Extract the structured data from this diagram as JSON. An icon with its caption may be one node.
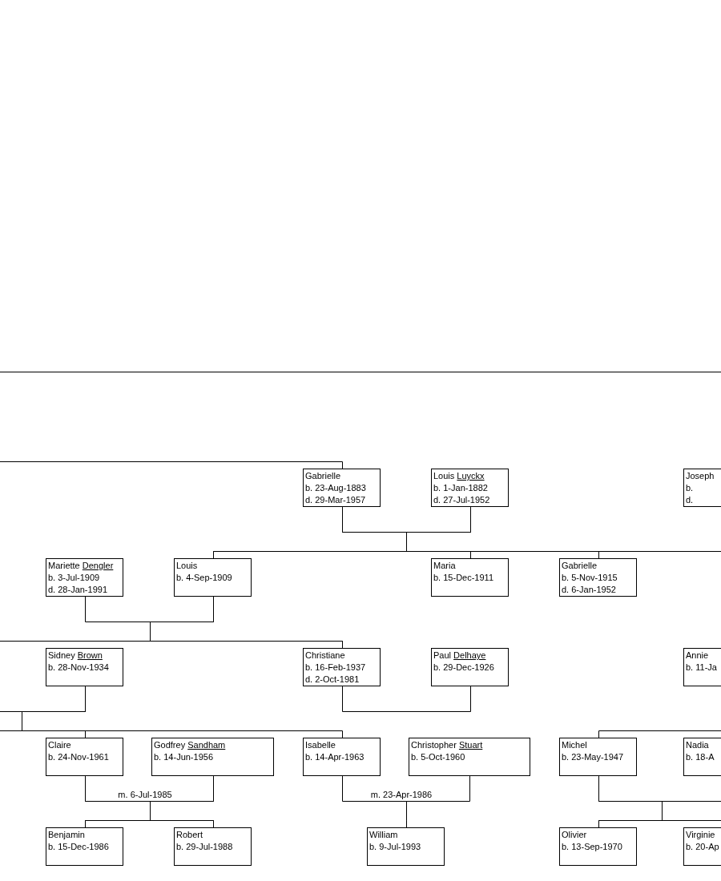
{
  "diagram": {
    "nodes": [
      {
        "text": [
          "Gabrielle",
          "b. 23-Aug-1883",
          "d. 29-Mar-1957"
        ]
      },
      {
        "text": [
          "Louis Luyckx",
          "b. 1-Jan-1882",
          "d. 27-Jul-1952"
        ]
      },
      {
        "text": [
          "Joseph",
          "b.",
          "d."
        ]
      },
      {
        "text": [
          "Mariette Dengler",
          "b. 3-Jul-1909",
          "d. 28-Jan-1991"
        ]
      },
      {
        "text": [
          "Louis",
          "b. 4-Sep-1909"
        ]
      },
      {
        "text": [
          "Maria",
          "b. 15-Dec-1911"
        ]
      },
      {
        "text": [
          "Gabrielle",
          "b. 5-Nov-1915",
          "d. 6-Jan-1952"
        ]
      },
      {
        "text": [
          "Sidney Brown",
          "b. 28-Nov-1934"
        ]
      },
      {
        "text": [
          "Christiane",
          "b. 16-Feb-1937",
          "d. 2-Oct-1981"
        ]
      },
      {
        "text": [
          "Paul Delhaye",
          "b. 29-Dec-1926"
        ]
      },
      {
        "text": [
          "Annie",
          "b. 11-Ja"
        ]
      },
      {
        "text": [
          "Claire",
          "b. 24-Nov-1961"
        ]
      },
      {
        "text": [
          "Godfrey Sandham",
          "b. 14-Jun-1956"
        ]
      },
      {
        "text": [
          "Isabelle",
          "b. 14-Apr-1963"
        ]
      },
      {
        "text": [
          "Christopher Stuart",
          "b. 5-Oct-1960"
        ]
      },
      {
        "text": [
          "Michel",
          "b. 23-May-1947"
        ]
      },
      {
        "text": [
          "Nadia",
          "b. 18-A"
        ]
      },
      {
        "text": [
          "Benjamin",
          "b. 15-Dec-1986"
        ]
      },
      {
        "text": [
          "Robert",
          "b. 29-Jul-1988"
        ]
      },
      {
        "text": [
          "William",
          "b. 9-Jul-1993"
        ]
      },
      {
        "text": [
          "Olivier",
          "b. 13-Sep-1970"
        ]
      },
      {
        "text": [
          "Virginie",
          "b. 20-Ap"
        ]
      }
    ],
    "edges": [
      {
        "from": null,
        "to": 0,
        "arrow": "none"
      },
      {
        "from": 0,
        "to": 4,
        "arrow": "none"
      },
      {
        "from": 1,
        "to": 4,
        "arrow": "none"
      },
      {
        "from": 0,
        "to": 5,
        "arrow": "none"
      },
      {
        "from": 1,
        "to": 5,
        "arrow": "none"
      },
      {
        "from": 0,
        "to": 6,
        "arrow": "none"
      },
      {
        "from": 1,
        "to": 6,
        "arrow": "none"
      },
      {
        "from": 1,
        "to": null,
        "arrow": "none"
      },
      {
        "from": 3,
        "to": 8,
        "arrow": "none"
      },
      {
        "from": 4,
        "to": 8,
        "arrow": "none"
      },
      {
        "from": 4,
        "to": null,
        "arrow": "none"
      },
      {
        "from": 7,
        "to": 11,
        "arrow": "none"
      },
      {
        "from": 7,
        "to": 13,
        "arrow": "none"
      },
      {
        "from": 7,
        "to": null,
        "arrow": "none"
      },
      {
        "from": 8,
        "to": 9,
        "arrow": "none"
      },
      {
        "from": 11,
        "to": 17,
        "arrow": "none",
        "label": "m. 6-Jul-1985"
      },
      {
        "from": 12,
        "to": 17,
        "arrow": "none"
      },
      {
        "from": 11,
        "to": 18,
        "arrow": "none"
      },
      {
        "from": 12,
        "to": 18,
        "arrow": "none"
      },
      {
        "from": 13,
        "to": 19,
        "arrow": "none",
        "label": "m. 23-Apr-1986"
      },
      {
        "from": 14,
        "to": 19,
        "arrow": "none"
      },
      {
        "from": null,
        "to": 15,
        "arrow": "none"
      },
      {
        "from": 15,
        "to": 20,
        "arrow": "none"
      },
      {
        "from": 16,
        "to": 20,
        "arrow": "none"
      },
      {
        "from": 15,
        "to": 21,
        "arrow": "none"
      },
      {
        "from": 16,
        "to": 21,
        "arrow": "none"
      }
    ]
  }
}
